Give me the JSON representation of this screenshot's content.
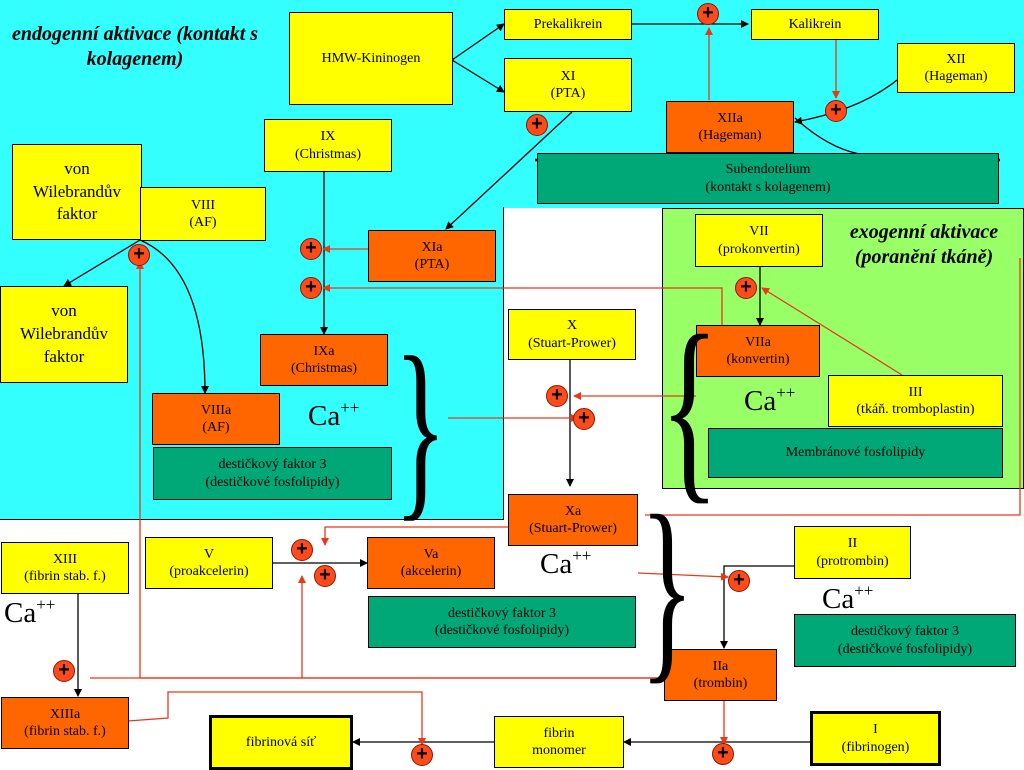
{
  "headings": {
    "endogenous": "endogenní aktivace (kontakt s kolagenem)",
    "exogenous": "exogenní aktivace (poranění tkáně)"
  },
  "factors": {
    "hmw_kininogen": "HMW-Kininogen",
    "prekalikrein": "Prekalikrein",
    "kalikrein": "Kalikrein",
    "xii_name": "XII",
    "xii_sub": "(Hageman)",
    "xi_name": "XI",
    "xi_sub": "(PTA)",
    "xiia_name": "XIIa",
    "xiia_sub": "(Hageman)",
    "subendotelium_name": "Subendotelium",
    "subendotelium_sub": "(kontakt s kolagenem)",
    "ix_name": "IX",
    "ix_sub": "(Christmas)",
    "vwf_top": "von Wilebrandův faktor",
    "viii_name": "VIII",
    "viii_sub": "(AF)",
    "xia_name": "XIa",
    "xia_sub": "(PTA)",
    "vwf_bottom": "von Wilebrandův faktor",
    "ixa_name": "IXa",
    "ixa_sub": "(Christmas)",
    "viiia_name": "VIIIa",
    "viiia_sub": "(AF)",
    "pf3_left_name": "destičkový faktor 3",
    "pf3_left_sub": "(destičkové fosfolipidy)",
    "vii_name": "VII",
    "vii_sub": "(prokonvertin)",
    "x_name": "X",
    "x_sub": "(Stuart-Prower)",
    "viia_name": "VIIa",
    "viia_sub": "(konvertin)",
    "iii_name": "III",
    "iii_sub": "(tkáň. tromboplastin)",
    "membrane_phospholipids": "Membránové fosfolipidy",
    "xa_name": "Xa",
    "xa_sub": "(Stuart-Prower)",
    "v_name": "V",
    "v_sub": "(proakcelerin)",
    "va_name": "Va",
    "va_sub": "(akcelerin)",
    "xiii_name": "XIII",
    "xiii_sub": "(fibrin stab. f.)",
    "ii_name": "II",
    "ii_sub": "(protrombin)",
    "pf3_mid_name": "destičkový faktor 3",
    "pf3_mid_sub": "(destičkové fosfolipidy)",
    "pf3_right_name": "destičkový faktor 3",
    "pf3_right_sub": "(destičkové fosfolipidy)",
    "iia_name": "IIa",
    "iia_sub": "(trombin)",
    "xiiia_name": "XIIIa",
    "xiiia_sub": "(fibrin stab. f.)",
    "fibrin_network": "fibrinová síť",
    "fibrin_monomer_name": "fibrin",
    "fibrin_monomer_sub": "monomer",
    "i_name": "I",
    "i_sub": "(fibrinogen)"
  },
  "cofactor": {
    "base": "Ca",
    "sup": "++"
  },
  "plus_symbol": "+",
  "colors": {
    "endogenous_bg": "#33ffff",
    "exogenous_bg": "#99ff66",
    "factor_inactive": "#ffff00",
    "factor_active": "#ff6600",
    "phospholipid": "#00a878",
    "activation_node": "#ff4a1a",
    "activation_arrow": "#e8391a"
  }
}
